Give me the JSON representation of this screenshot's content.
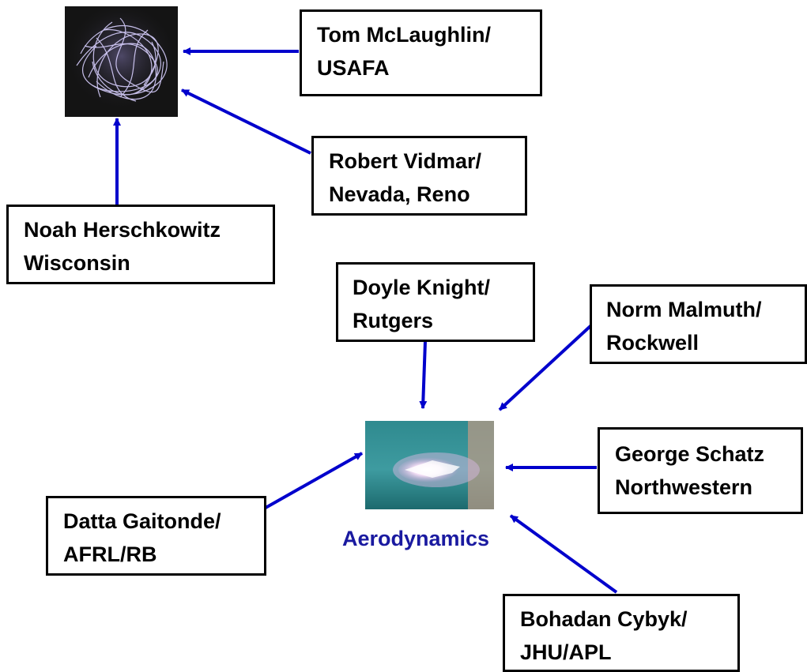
{
  "arrow_color": "#0000cc",
  "caption_color": "#1a1aa0",
  "images": {
    "plasma": {
      "icon": "plasma-filament-photo"
    },
    "aero": {
      "icon": "plasma-jet-photo"
    }
  },
  "caption": "Aerodynamics",
  "boxes": {
    "mclaughlin": {
      "line1": "Tom McLaughlin/",
      "line2": "USAFA"
    },
    "vidmar": {
      "line1": "Robert Vidmar/",
      "line2": "Nevada, Reno"
    },
    "herschkowitz": {
      "line1": "Noah Herschkowitz",
      "line2": "Wisconsin"
    },
    "knight": {
      "line1": "Doyle Knight/",
      "line2": "Rutgers"
    },
    "malmuth": {
      "line1": "Norm  Malmuth/",
      "line2": "Rockwell"
    },
    "schatz": {
      "line1": "George Schatz",
      "line2": "Northwestern"
    },
    "gaitonde": {
      "line1": "Datta Gaitonde/",
      "line2": "AFRL/RB"
    },
    "cybyk": {
      "line1": "Bohadan Cybyk/",
      "line2": "JHU/APL"
    }
  }
}
